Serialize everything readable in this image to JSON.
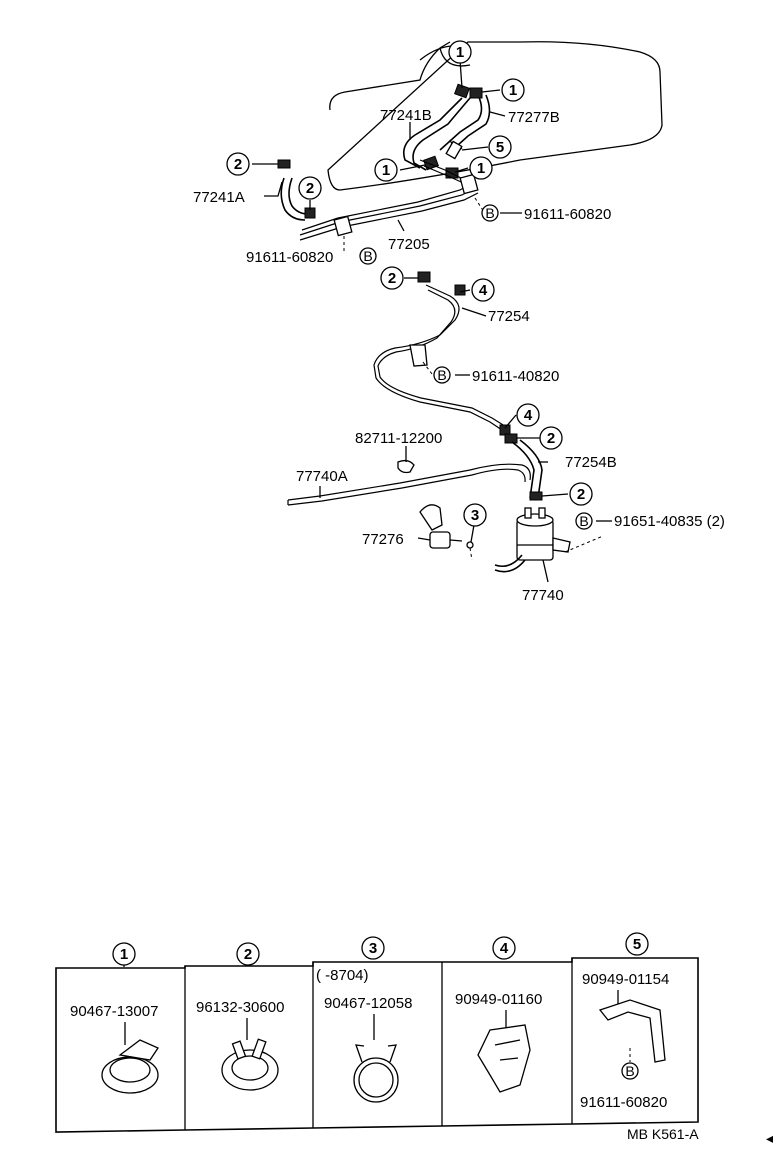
{
  "callouts": {
    "c1a": "1",
    "c1b": "1",
    "c1c": "1",
    "c1d": "1",
    "c5": "5",
    "c2a": "2",
    "c2b": "2",
    "c2c": "2",
    "c2d": "2",
    "c2e": "2",
    "c4a": "4",
    "c4b": "4",
    "c3": "3",
    "bA": "B",
    "bB": "B",
    "bC": "B",
    "bD": "B"
  },
  "labels": {
    "p77241B": "77241B",
    "p77277B": "77277B",
    "p77241A": "77241A",
    "p77205": "77205",
    "p91611_60820_right": "91611-60820",
    "p91611_60820_left": "91611-60820",
    "p77254": "77254",
    "p91611_40820": "91611-40820",
    "p82711_12200": "82711-12200",
    "p77740A": "77740A",
    "p77254B": "77254B",
    "p91651_40835": "91651-40835 (2)",
    "p77276": "77276",
    "p77740": "77740"
  },
  "legend": {
    "headers": [
      "1",
      "2",
      "3",
      "4",
      "5"
    ],
    "cells": [
      {
        "part": "90467-13007"
      },
      {
        "part": "96132-30600"
      },
      {
        "part": "90467-12058",
        "note": "(      -8704)"
      },
      {
        "part": "90949-01160"
      },
      {
        "part": "90949-01154",
        "part2": "91611-60820",
        "bolt": "B"
      }
    ]
  },
  "footer": {
    "code": "MB K561-A"
  }
}
